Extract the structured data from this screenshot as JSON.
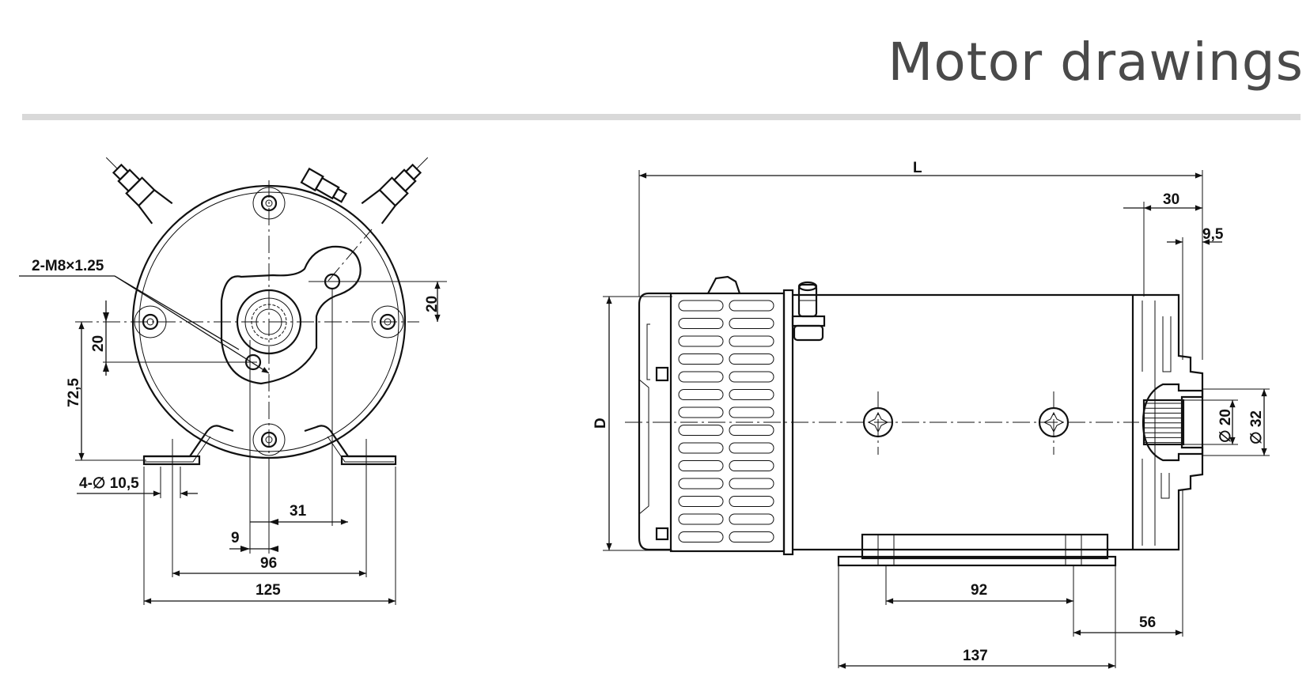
{
  "header": {
    "title": "Motor drawings"
  },
  "front_view": {
    "thread_callout": "2-M8×1.25",
    "dim_20_top": "20",
    "dim_20_left": "20",
    "dim_72_5": "72,5",
    "hole_callout": "4-∅ 10,5",
    "dim_31": "31",
    "dim_9": "9",
    "dim_96": "96",
    "dim_125": "125"
  },
  "side_view": {
    "dim_L": "L",
    "dim_30": "30",
    "dim_9_5": "9,5",
    "dim_D": "D",
    "dim_phi20": "∅ 20",
    "dim_phi32": "∅ 32",
    "dim_92": "92",
    "dim_56": "56",
    "dim_137": "137"
  },
  "colors": {
    "title": "#4a4a4a",
    "rule": "#d9d9d9",
    "lines": "#111111"
  }
}
